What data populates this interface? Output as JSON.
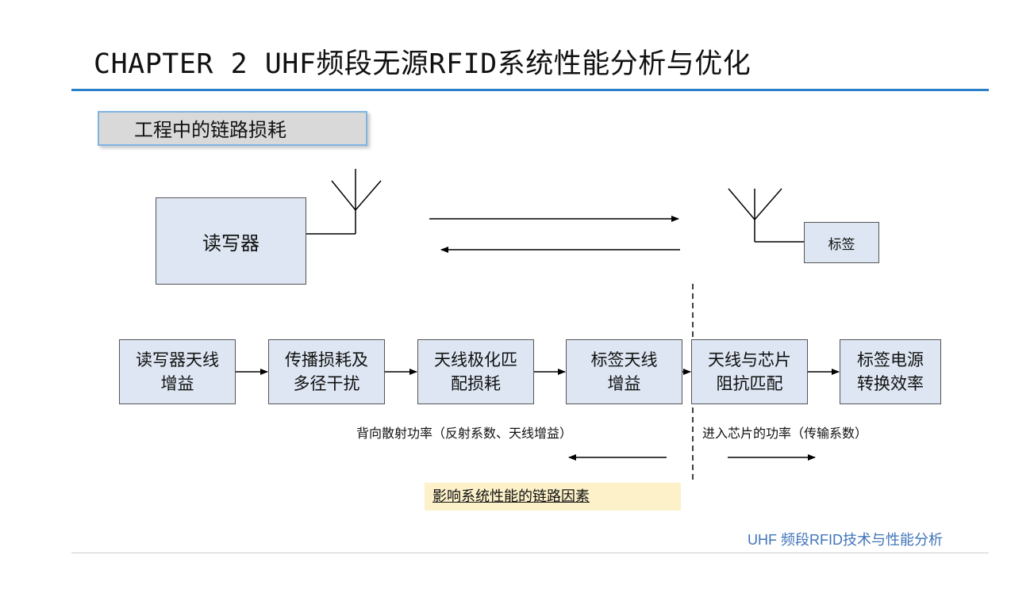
{
  "slide": {
    "title": "CHAPTER 2 UHF频段无源RFID系统性能分析与优化",
    "section_heading": "工程中的链路损耗"
  },
  "diagram": {
    "reader_label": "读写器",
    "tag_label": "标签",
    "chain": [
      {
        "line1": "读写器天线",
        "line2": "增益"
      },
      {
        "line1": "传播损耗及",
        "line2": "多径干扰"
      },
      {
        "line1": "天线极化匹",
        "line2": "配损耗"
      },
      {
        "line1": "标签天线",
        "line2": "增益"
      },
      {
        "line1": "天线与芯片",
        "line2": "阻抗匹配"
      },
      {
        "line1": "标签电源",
        "line2": "转换效率"
      }
    ],
    "backscatter_label": "背向散射功率（反射系数、天线增益）",
    "chip_power_label": "进入芯片的功率（传输系数）",
    "factors_label": "影响系统性能的链路因素"
  },
  "footer": {
    "text": "UHF 频段RFID技术与性能分析"
  },
  "colors": {
    "title_rule": "#2b7fc8",
    "box_fill": "#dde6f2",
    "factor_fill": "#fdf1c9",
    "footer_text": "#3f74b8"
  }
}
